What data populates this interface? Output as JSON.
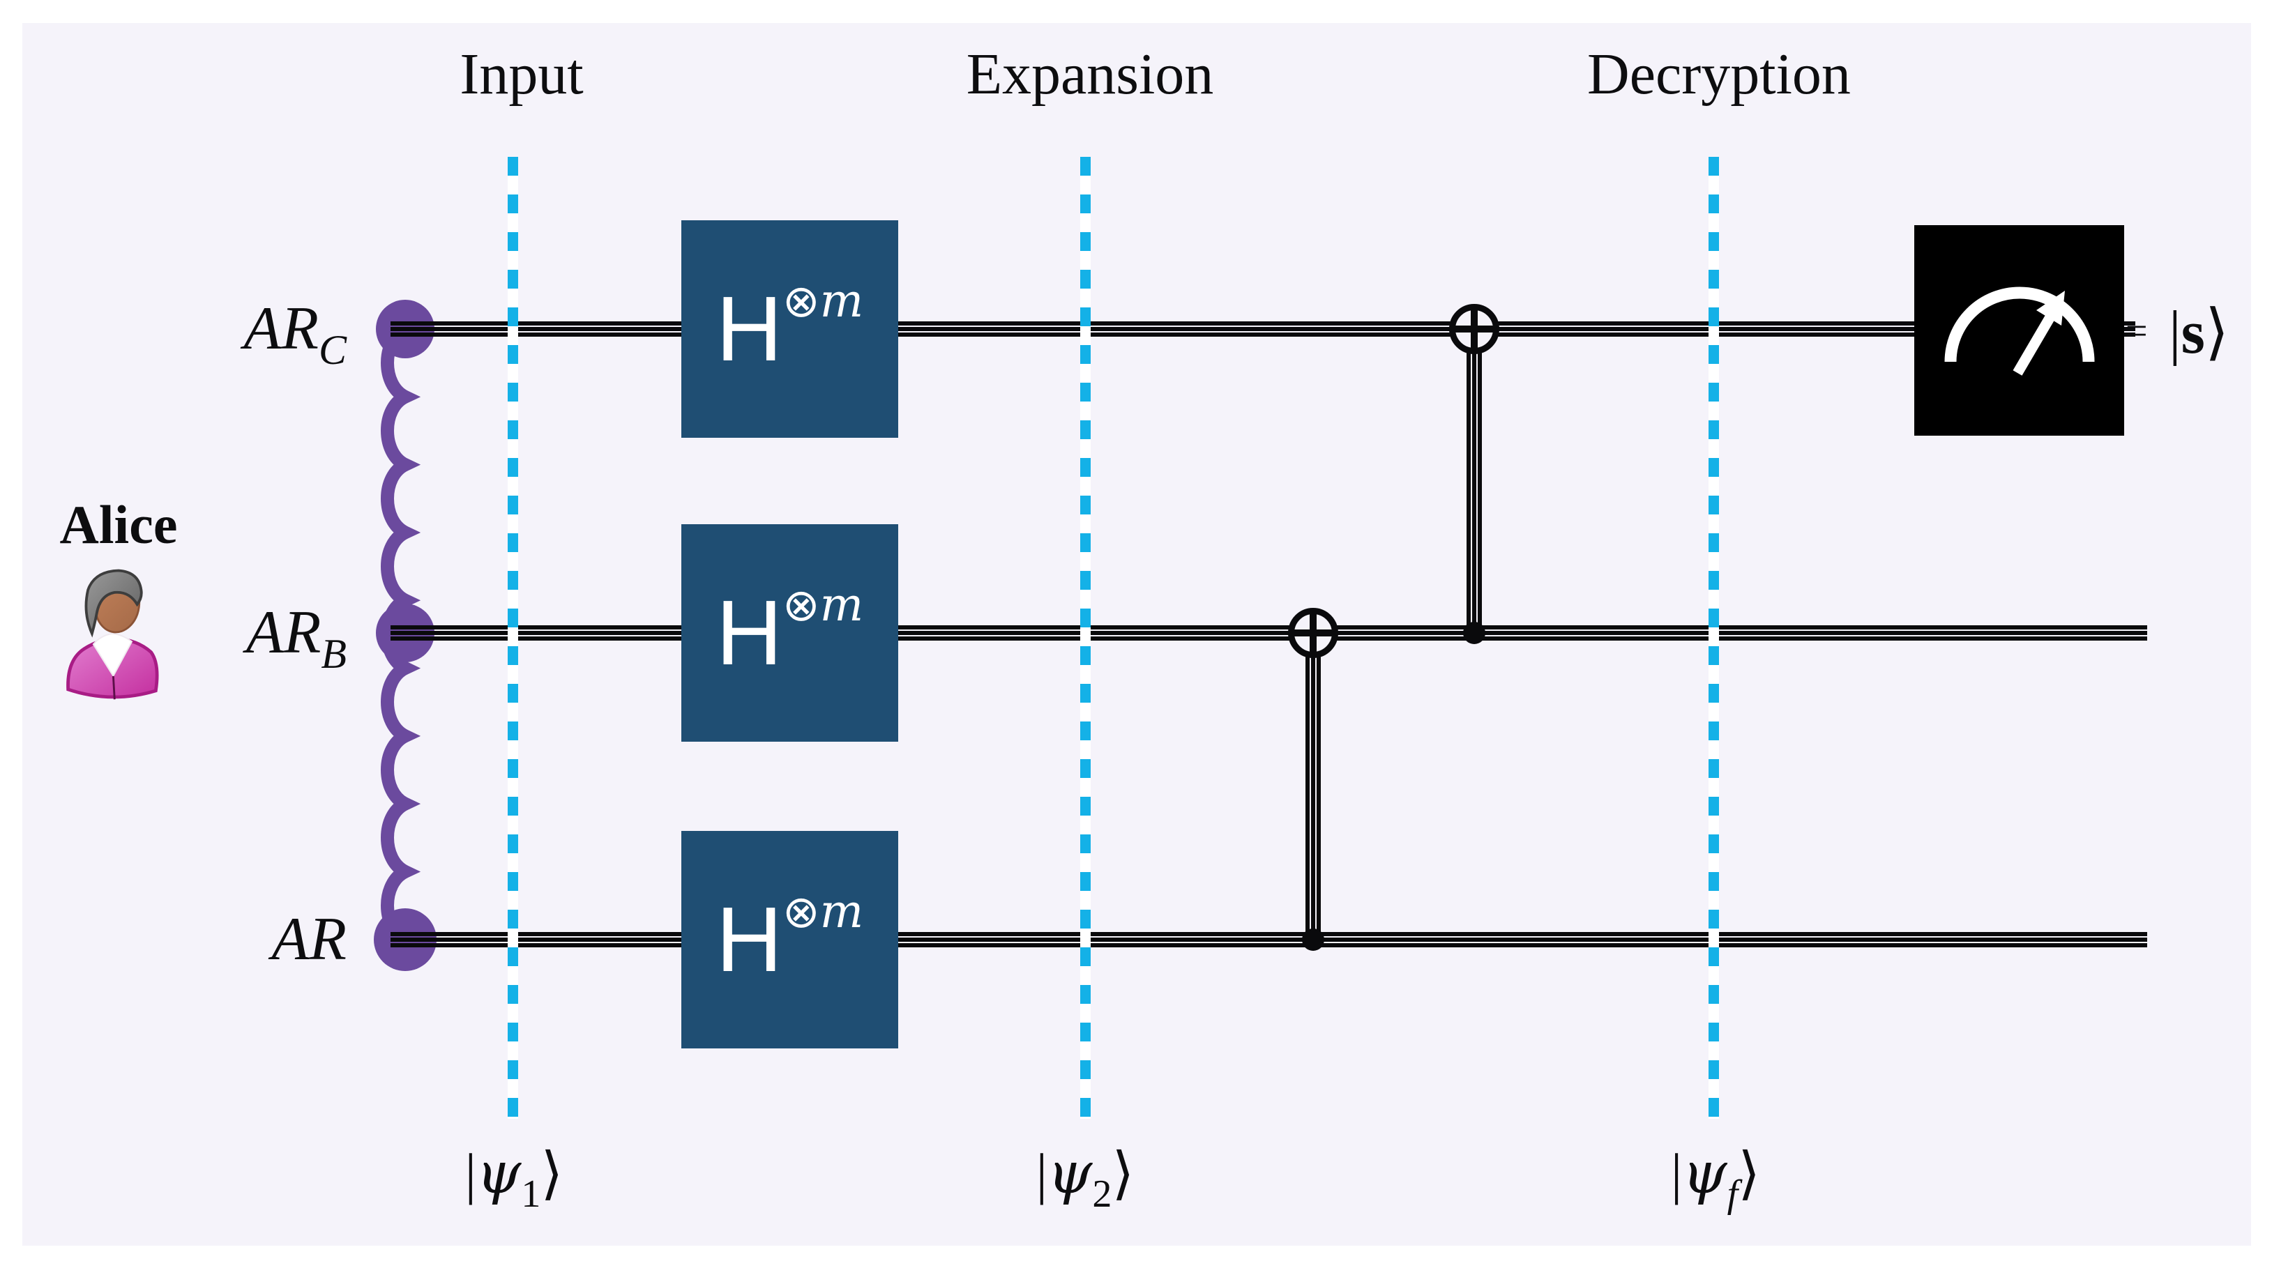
{
  "phases": [
    {
      "label": "Input"
    },
    {
      "label": "Expansion"
    },
    {
      "label": "Decryption"
    }
  ],
  "actor": {
    "name": "Alice"
  },
  "registers": [
    {
      "name": "AR",
      "subscript": "C"
    },
    {
      "name": "AR",
      "subscript": "B"
    },
    {
      "name": "AR",
      "subscript": ""
    }
  ],
  "gates": [
    {
      "base": "H",
      "sup_operator": "⊗",
      "sup_exponent": "m"
    },
    {
      "base": "H",
      "sup_operator": "⊗",
      "sup_exponent": "m"
    },
    {
      "base": "H",
      "sup_operator": "⊗",
      "sup_exponent": "m"
    }
  ],
  "states": [
    {
      "open": "|",
      "symbol": "ψ",
      "subscript": "1",
      "close": "⟩"
    },
    {
      "open": "|",
      "symbol": "ψ",
      "subscript": "2",
      "close": "⟩"
    },
    {
      "open": "|",
      "symbol": "ψ",
      "subscript": "f",
      "close": "⟩"
    }
  ],
  "output": {
    "equals": "=",
    "open": "|",
    "symbol": "s",
    "close": "⟩"
  },
  "icons": {
    "measurement": "gauge-meter-icon",
    "avatar": "person-icon",
    "entanglement": "wavy-entanglement-line",
    "cnot": "cnot-target-icon"
  },
  "colors": {
    "page_background": "#ffffff",
    "panel_background": "#f5f3fa",
    "phase_line_cyan": "#14b1e7",
    "entanglement_purple": "#6b4a9e",
    "gate_blue": "#1f4e73",
    "wire_black": "#0a0a0c",
    "measurement_black": "#000000"
  }
}
